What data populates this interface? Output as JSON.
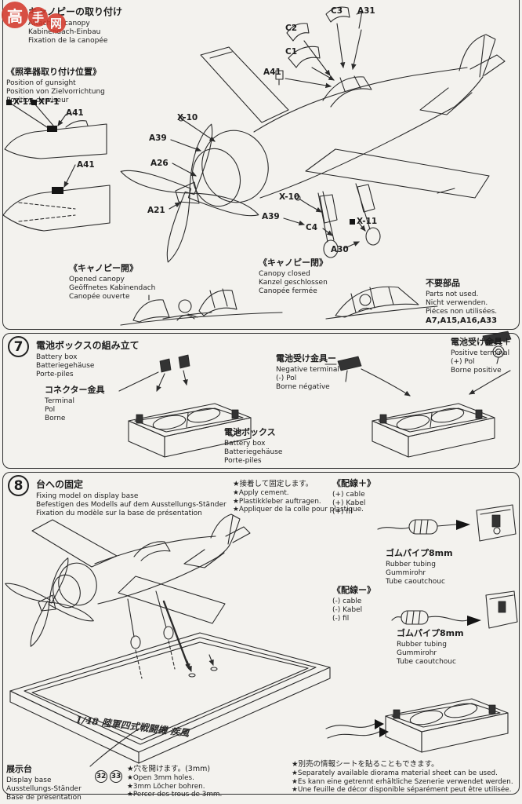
{
  "watermark": {
    "chars": [
      "高",
      "手",
      "网"
    ]
  },
  "step6": {
    "title": {
      "jp": "キャノピーの取り付け",
      "en": "Attaching canopy",
      "de": "Kabinendach-Einbau",
      "fr": "Fixation de la canopée"
    },
    "gunsight": {
      "jp": "《照準器取り付け位置》",
      "en": "Position of gunsight",
      "de": "Position von Zielvorrichtung",
      "fr": "Position de viseur"
    },
    "parts": [
      "C3",
      "A31",
      "C2",
      "C1",
      "A41",
      "X-11",
      "XF-1",
      "A41",
      "A41",
      "X-10",
      "A39",
      "A26",
      "A21",
      "X-10",
      "A39",
      "C4",
      "X-11",
      "A30"
    ],
    "opened_canopy": {
      "jp": "《キャノピー開》",
      "en": "Opened canopy",
      "de": "Geöffnetes Kabinendach",
      "fr": "Canopée ouverte"
    },
    "closed_canopy": {
      "jp": "《キャノピー閉》",
      "en": "Canopy closed",
      "de": "Kanzel geschlossen",
      "fr": "Canopée fermée"
    },
    "not_used": {
      "jp": "不要部品",
      "en": "Parts not used.",
      "de": "Nicht verwenden.",
      "fr": "Piéces non utilisées.",
      "parts": "A7,A15,A16,A33"
    }
  },
  "step7": {
    "number": "7",
    "title": {
      "jp": "電池ボックスの組み立て",
      "en": "Battery box",
      "de": "Batteriegehäuse",
      "fr": "Porte-piles"
    },
    "terminal": {
      "jp": "コネクター金具",
      "en": "Terminal",
      "de": "Pol",
      "fr": "Borne"
    },
    "battery_box": {
      "jp": "電池ボックス",
      "en": "Battery box",
      "de": "Batteriegehäuse",
      "fr": "Porte-piles"
    },
    "negative": {
      "jp": "電池受け金具ー",
      "en": "Negative terminal",
      "de": "(-) Pol",
      "fr": "Borne négative"
    },
    "positive": {
      "jp": "電池受け金具＋",
      "en": "Positive terminal",
      "de": "(+) Pol",
      "fr": "Borne positive"
    }
  },
  "step8": {
    "number": "8",
    "title": {
      "jp": "台への固定",
      "en": "Fixing model on display base",
      "de": "Befestigen des Modells auf dem Ausstellungs-Ständer",
      "fr": "Fixation du modèle sur la base de présentation"
    },
    "cement": {
      "jp": "★接着して固定します。",
      "en": "★Apply cement.",
      "de": "★Plastikkleber auftragen.",
      "fr": "★Appliquer de la colle pour plastique."
    },
    "cable_plus": {
      "jp": "《配線＋》",
      "en": "(+) cable",
      "de": "(+) Kabel",
      "fr": "(+) fil"
    },
    "tube_plus": {
      "jp": "ゴムパイプ8mm",
      "en": "Rubber tubing",
      "de": "Gummirohr",
      "fr": "Tube caoutchouc"
    },
    "cable_minus": {
      "jp": "《配線ー》",
      "en": "(-) cable",
      "de": "(-) Kabel",
      "fr": "(-) fil"
    },
    "tube_minus": {
      "jp": "ゴムパイプ8mm",
      "en": "Rubber tubing",
      "de": "Gummirohr",
      "fr": "Tube caoutchouc"
    },
    "base_plate_text": "1/48 陸軍四式戦闘機 疾風",
    "display_base": {
      "jp": "展示台",
      "en": "Display base",
      "de": "Ausstellungs-Ständer",
      "fr": "Base de présentation"
    },
    "hole_parts": [
      "32",
      "33"
    ],
    "holes": {
      "jp": "★穴を開けます。(3mm)",
      "en": "★Open 3mm holes.",
      "de": "★3mm Löcher bohren.",
      "fr": "★Percer des trous de 3mm."
    },
    "diorama": {
      "jp": "★別売の情報シートを貼ることもできます。",
      "en": "★Separately available diorama material sheet can be used.",
      "de": "★Es kann eine getrennt erhältliche Szenerie verwendet werden.",
      "fr": "★Une feuille de décor disponible séparément peut être utilisée."
    }
  }
}
